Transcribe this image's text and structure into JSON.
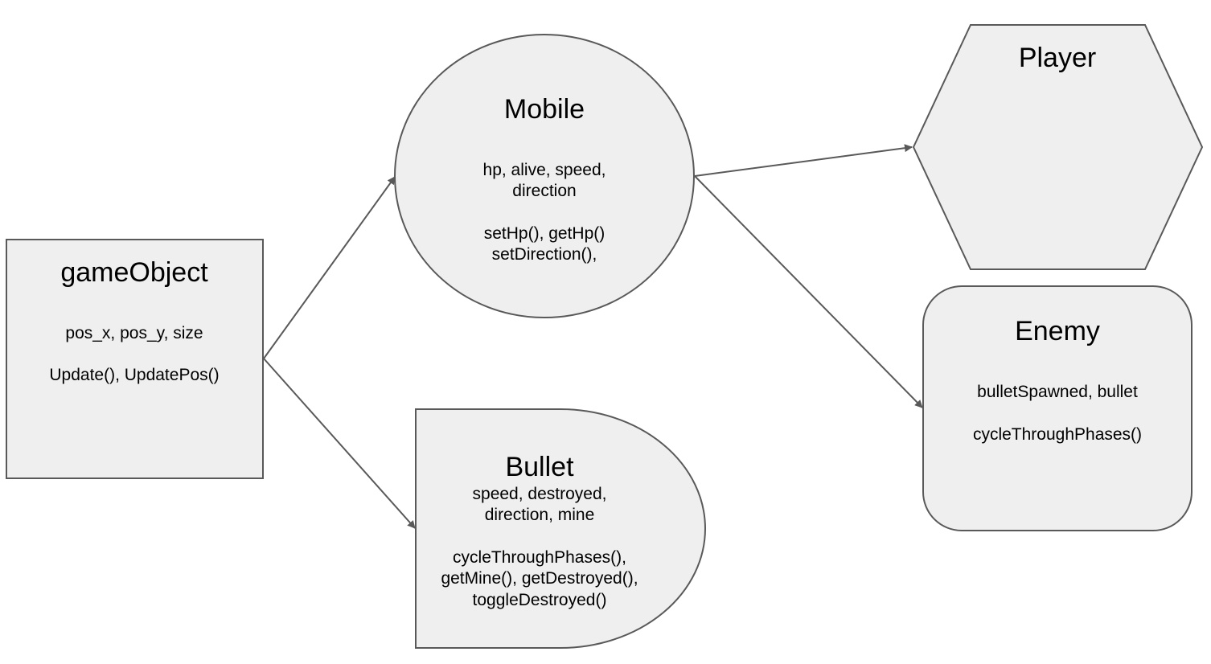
{
  "colors": {
    "shape_fill": "#efefef",
    "shape_stroke": "#595959",
    "arrow": "#595959",
    "text": "#000000"
  },
  "nodes": {
    "gameObject": {
      "title": "gameObject",
      "lines": [
        "pos_x, pos_y, size",
        "",
        "Update(), UpdatePos()"
      ]
    },
    "mobile": {
      "title": "Mobile",
      "lines": [
        "hp, alive, speed,",
        "direction",
        "",
        "setHp(), getHp()",
        "setDirection(),"
      ]
    },
    "bullet": {
      "title": "Bullet",
      "lines": [
        "speed, destroyed,",
        "direction, mine",
        "",
        "cycleThroughPhases(),",
        "getMine(), getDestroyed(),",
        "toggleDestroyed()"
      ]
    },
    "player": {
      "title": "Player",
      "lines": []
    },
    "enemy": {
      "title": "Enemy",
      "lines": [
        "bulletSpawned, bullet",
        "",
        "cycleThroughPhases()"
      ]
    }
  },
  "edges": [
    {
      "from": "gameObject",
      "to": "mobile"
    },
    {
      "from": "gameObject",
      "to": "bullet"
    },
    {
      "from": "mobile",
      "to": "player"
    },
    {
      "from": "mobile",
      "to": "enemy"
    }
  ]
}
